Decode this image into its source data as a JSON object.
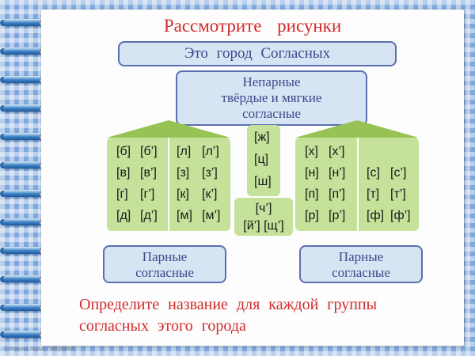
{
  "title": "Рассмотрите рисунки",
  "subtitle": "Это город Согласных",
  "center_box": {
    "line1": "Непарные",
    "line2": "твёрдые и мягкие",
    "line3": "согласные"
  },
  "left_label": {
    "line1": "Парные",
    "line2": "согласные"
  },
  "right_label": {
    "line1": "Парные",
    "line2": "согласные"
  },
  "left_block": {
    "col1": [
      "[б]",
      "[в]",
      "[г]",
      "[д]"
    ],
    "col2": [
      "[б’]",
      "[в’]",
      "[г’]",
      "[д’]"
    ],
    "col3": [
      "[л]",
      "[з]",
      "[к]",
      "[м]"
    ],
    "col4": [
      "[л’]",
      "[з’]",
      "[к’]",
      "[м’]"
    ]
  },
  "middle_top": [
    "[ж]",
    "[ц]",
    "[ш]"
  ],
  "middle_bottom": {
    "line1": "[ч’]",
    "line2": "[й’] [щ’]"
  },
  "right_block": {
    "col1": [
      "[х]",
      "[н]",
      "[п]",
      "[р]"
    ],
    "col2": [
      "[х’]",
      "[н’]",
      "[п’]",
      "[р’]"
    ],
    "col3": [
      "[с]",
      "[т]",
      "[ф]"
    ],
    "col4": [
      "[с’]",
      "[т’]",
      "[ф’]"
    ]
  },
  "bottom_text": {
    "line1": "Определите название для каждой группы",
    "line2": "согласных этого города"
  },
  "footer": "© Фокина Лидия Петровна",
  "colors": {
    "title_red": "#d12b2b",
    "box_fill": "#d6e4f4",
    "box_border": "#5b6fb0",
    "green_fill": "#c5e19a",
    "roof_green": "#97c354",
    "background_blue": "#7fa8dc"
  }
}
